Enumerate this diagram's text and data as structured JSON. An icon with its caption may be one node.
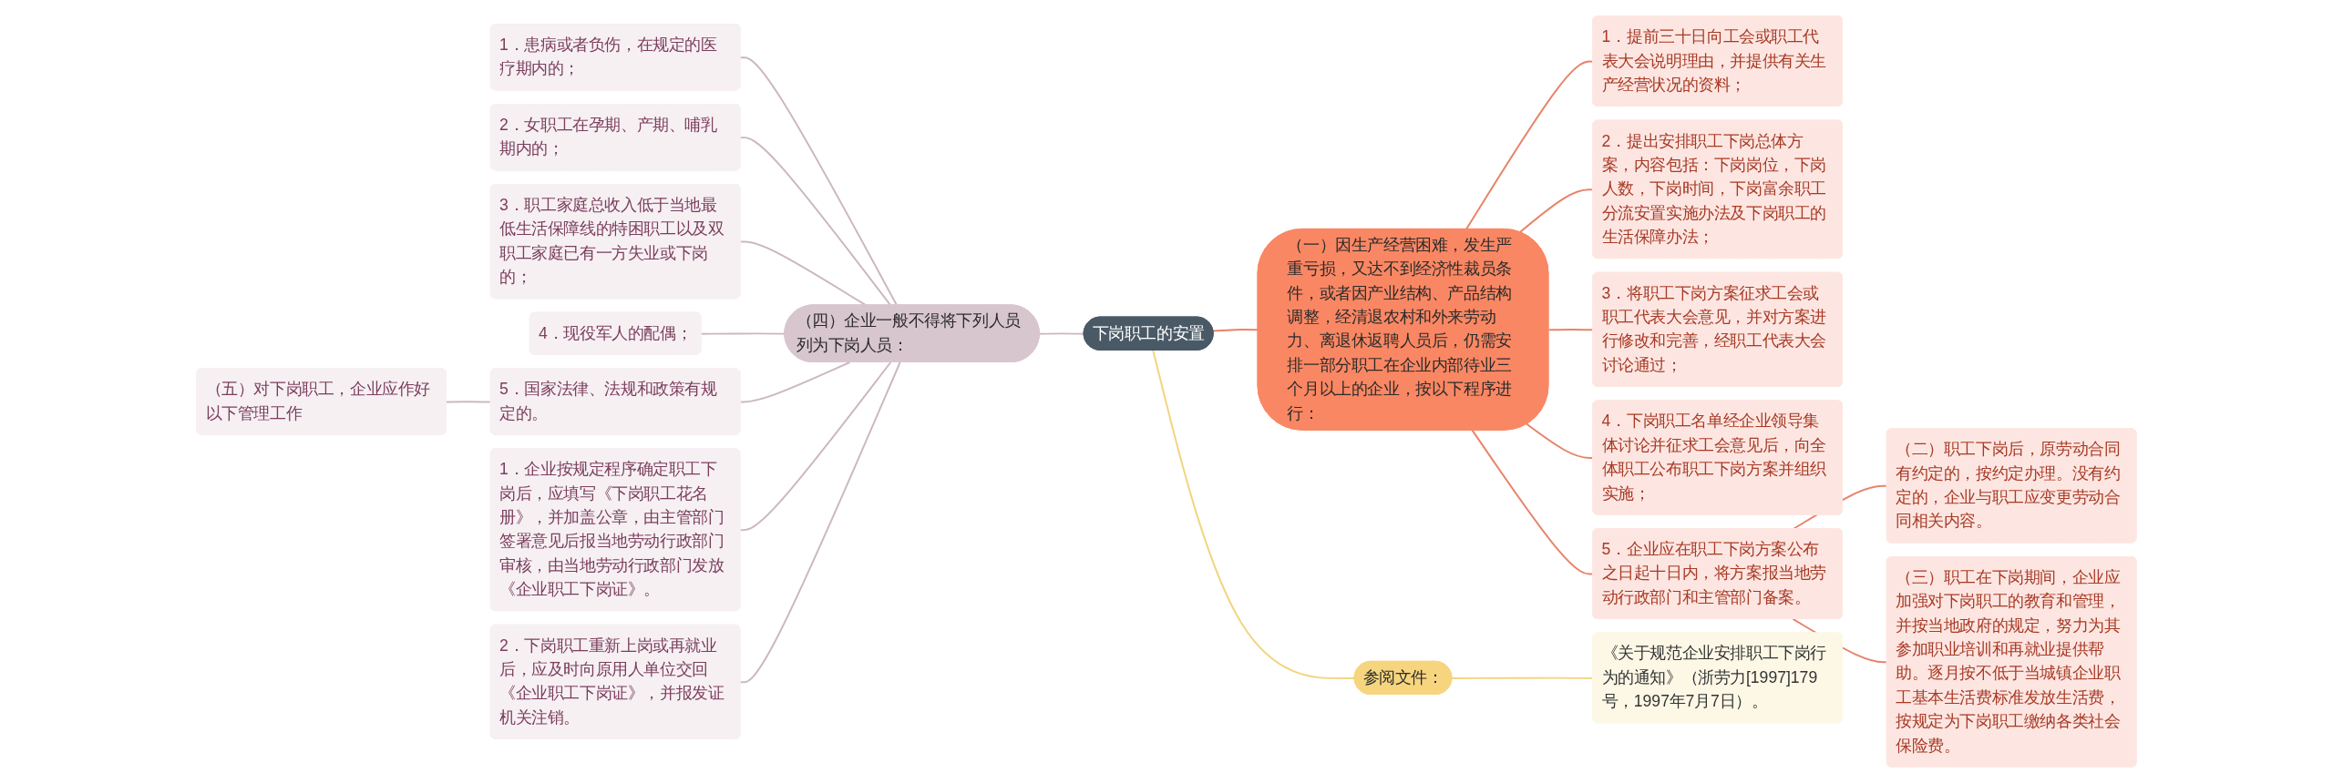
{
  "diagram": {
    "nodes": [
      {
        "text": [
          "下岗职工的安置"
        ]
      },
      {
        "text": [
          "（一）因生产经营困难，发生严重亏损，又达不到经济性裁员条件，或者因产业结构、产品结构调整，经清退农村和外来劳动力、离退休返聘人员后，仍需安排一部分职工在企业内部待业三个月以上的企业，按以下程序进行："
        ]
      },
      {
        "text": [
          "1．提前三十日向工会或职工代表大会说明理由，并提供有关生产经营状况的资料；"
        ]
      },
      {
        "text": [
          "2．提出安排职工下岗总体方案，内容包括：下岗岗位，下岗人数，下岗时间，下岗富余职工分流安置实施办法及下岗职工的生活保障办法；"
        ]
      },
      {
        "text": [
          "3．将职工下岗方案征求工会或职工代表大会意见，并对方案进行修改和完善，经职工代表大会讨论通过；"
        ]
      },
      {
        "text": [
          "4．下岗职工名单经企业领导集体讨论并征求工会意见后，向全体职工公布职工下岗方案并组织实施；"
        ]
      },
      {
        "text": [
          "5．企业应在职工下岗方案公布之日起十日内，将方案报当地劳动行政部门和主管部门备案。"
        ]
      },
      {
        "text": [
          "（二）职工下岗后，原劳动合同有约定的，按约定办理。没有约定的，企业与职工应变更劳动合同相关内容。"
        ]
      },
      {
        "text": [
          "（三）职工在下岗期间，企业应加强对下岗职工的教育和管理，并按当地政府的规定，努力为其参加职业培训和再就业提供帮助。逐月按不低于当城镇企业职工基本生活费标准发放生活费，按规定为下岗职工缴纳各类社会保险费。"
        ]
      },
      {
        "text": [
          "参阅文件："
        ]
      },
      {
        "text": [
          "《关于规范企业安排职工下岗行为的通知》（浙劳力[1997]179号，1997年7月7日）。"
        ]
      },
      {
        "text": [
          "（四）企业一般不得将下列人员列为下岗人员："
        ]
      },
      {
        "text": [
          "1．患病或者负伤，在规定的医疗期内的；"
        ]
      },
      {
        "text": [
          "2．女职工在孕期、产期、哺乳期内的；"
        ]
      },
      {
        "text": [
          "3．职工家庭总收入低于当地最低生活保障线的特困职工以及双职工家庭已有一方失业或下岗的；"
        ]
      },
      {
        "text": [
          "4．现役军人的配偶；"
        ]
      },
      {
        "text": [
          "5．国家法律、法规和政策有规定的。"
        ]
      },
      {
        "text": [
          "（五）对下岗职工，企业应作好以下管理工作"
        ]
      },
      {
        "text": [
          "1．企业按规定程序确定职工下岗后，应填写《下岗职工花名册》，并加盖公章，由主管部门签署意见后报当地劳动行政部门审核，由当地劳动行政部门发放《企业职工下岗证》。"
        ]
      },
      {
        "text": [
          "2．下岗职工重新上岗或再就业后，应及时向原用人单位交回《企业职工下岗证》，并报发证机关注销。"
        ]
      }
    ],
    "edges": [
      {
        "from": 0,
        "to": 1,
        "arrow": "none",
        "color": "#e8836a"
      },
      {
        "from": 1,
        "to": 2,
        "arrow": "none",
        "color": "#e8836a"
      },
      {
        "from": 1,
        "to": 3,
        "arrow": "none",
        "color": "#e8836a"
      },
      {
        "from": 1,
        "to": 4,
        "arrow": "none",
        "color": "#e8836a"
      },
      {
        "from": 1,
        "to": 5,
        "arrow": "none",
        "color": "#e8836a"
      },
      {
        "from": 1,
        "to": 6,
        "arrow": "none",
        "color": "#e8836a"
      },
      {
        "from": 6,
        "to": 7,
        "arrow": "none",
        "color": "#e8836a"
      },
      {
        "from": 6,
        "to": 8,
        "arrow": "none",
        "color": "#e8836a"
      },
      {
        "from": 0,
        "to": 9,
        "arrow": "none",
        "color": "#f2d47d"
      },
      {
        "from": 9,
        "to": 10,
        "arrow": "none",
        "color": "#f2d47d"
      },
      {
        "from": 0,
        "to": 11,
        "arrow": "none"
      },
      {
        "from": 11,
        "to": 12,
        "arrow": "none"
      },
      {
        "from": 11,
        "to": 13,
        "arrow": "none"
      },
      {
        "from": 11,
        "to": 14,
        "arrow": "none"
      },
      {
        "from": 11,
        "to": 15,
        "arrow": "none"
      },
      {
        "from": 11,
        "to": 16,
        "arrow": "none"
      },
      {
        "from": 16,
        "to": 17,
        "arrow": "none"
      },
      {
        "from": 11,
        "to": 18,
        "arrow": "none"
      },
      {
        "from": 11,
        "to": 19,
        "arrow": "none"
      }
    ]
  }
}
